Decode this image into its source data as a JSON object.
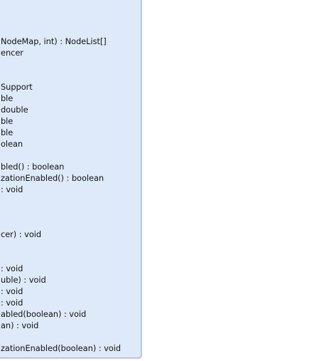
{
  "uml_class": {
    "lines": [
      "NodeMap, int) : NodeList[]",
      "encer",
      "",
      "",
      "Support",
      "ble",
      " double",
      "ble",
      "ble",
      "olean",
      "",
      "bled() : boolean",
      "zationEnabled() : boolean",
      ": void",
      "",
      "",
      "",
      "cer) : void",
      "",
      "",
      ": void",
      "uble) : void",
      ": void",
      ": void",
      "abled(boolean) : void",
      "an) : void",
      "",
      "zationEnabled(boolean) : void"
    ]
  }
}
